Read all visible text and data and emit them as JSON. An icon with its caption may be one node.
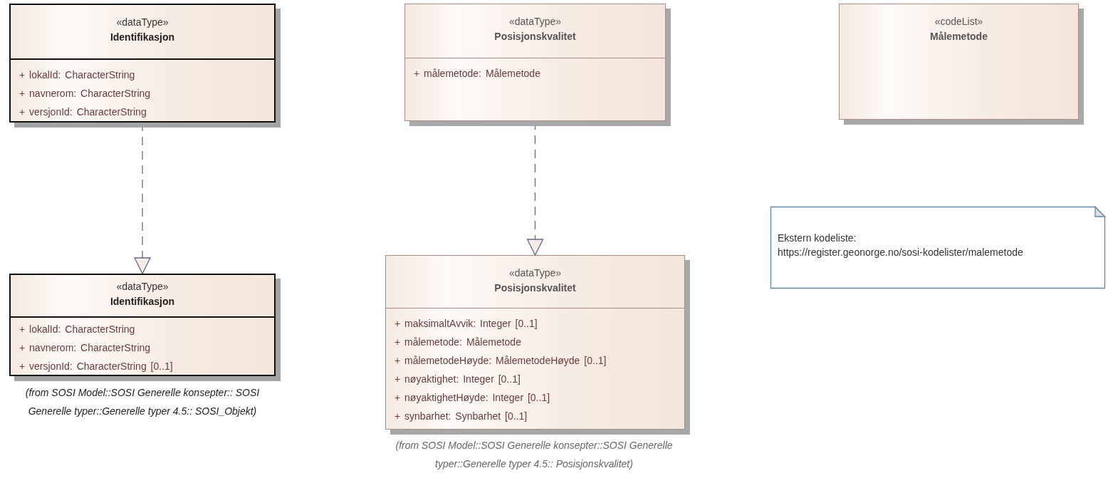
{
  "diagram": {
    "nodes": [
      {
        "text": [
          "«dataType»",
          "Identifikasjon",
          "+ lokalId: CharacterString",
          "+ navnerom: CharacterString",
          "+ versjonId: CharacterString"
        ]
      },
      {
        "text": [
          "«dataType»",
          "Posisjonskvalitet",
          "+ målemetode: Målemetode"
        ]
      },
      {
        "text": [
          "«codeList»",
          "Målemetode"
        ]
      },
      {
        "text": [
          "«dataType»",
          "Identifikasjon",
          "+ lokalId: CharacterString",
          "+ navnerom: CharacterString",
          "+ versjonId: CharacterString [0..1]"
        ],
        "beside": [
          "(from SOSI Model::SOSI Generelle konsepter:: SOSI Generelle typer::Generelle typer 4.5:: SOSI_Objekt)"
        ]
      },
      {
        "text": [
          "«dataType»",
          "Posisjonskvalitet",
          "+ maksimaltAvvik: Integer [0..1]",
          "+ målemetode: Målemetode",
          "+ målemetodeHøyde: MålemetodeHøyde [0..1]",
          "+ nøyaktighet: Integer [0..1]",
          "+ nøyaktighetHøyde: Integer [0..1]",
          "+ synbarhet: Synbarhet [0..1]"
        ],
        "beside": [
          "(from SOSI Model::SOSI Generelle konsepter::SOSI Generelle typer::Generelle typer 4.5:: Posisjonskvalitet)"
        ]
      },
      {
        "text": [
          "Ekstern kodeliste:",
          "https://register.geonorge.no/sosi-kodelister/malemetode"
        ]
      }
    ],
    "edges": [
      {
        "from": 0,
        "to": 3,
        "arrow": "to",
        "style": "dashed"
      },
      {
        "from": 1,
        "to": 4,
        "arrow": "to",
        "style": "dashed"
      }
    ]
  }
}
